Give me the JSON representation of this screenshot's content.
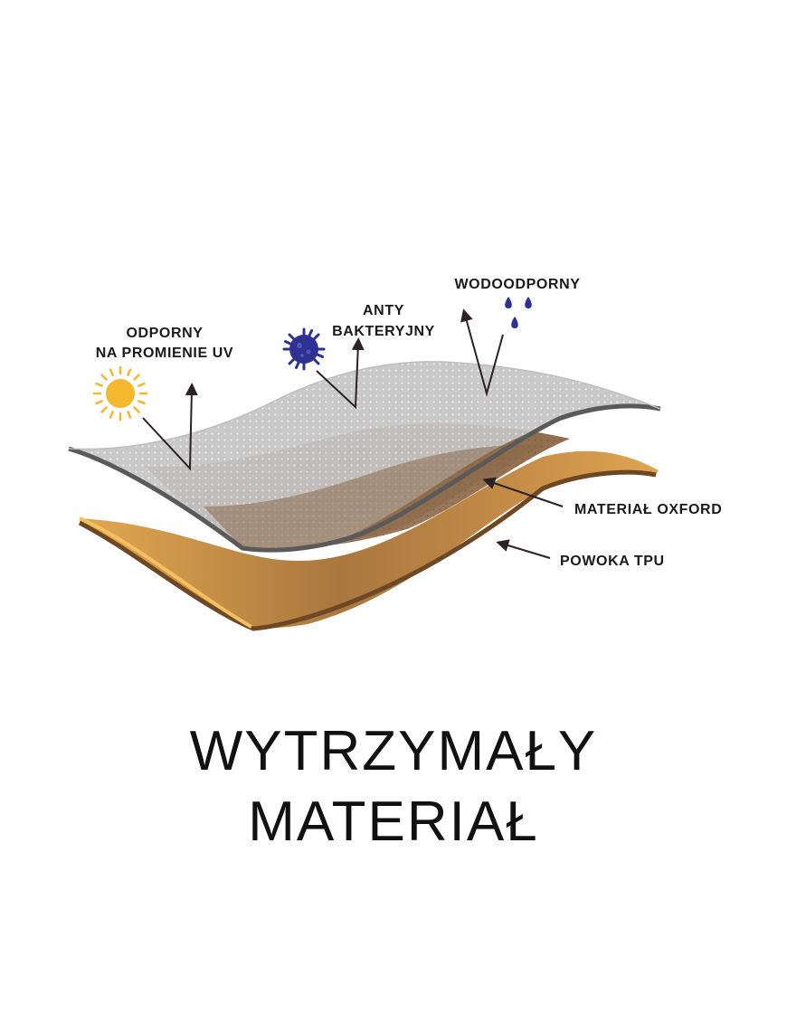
{
  "labels": {
    "uv_line1": "ODPORNY",
    "uv_line2": "NA PROMIENIE UV",
    "antibacterial_line1": "ANTY",
    "antibacterial_line2": "BAKTERYJNY",
    "waterproof": "WODOODPORNY",
    "oxford": "MATERIAŁ OXFORD",
    "tpu": "POWOKA TPU"
  },
  "headline": {
    "line1": "WYTRZYMAŁY",
    "line2": "MATERIAŁ"
  },
  "icons": [
    "sun-icon",
    "bacteria-icon",
    "water-drops-icon"
  ],
  "colors": {
    "sun": "#f5b72e",
    "bacteria": "#2e3192",
    "drops": "#2e3192",
    "top_layer": "#c2c2c2",
    "top_layer_edge": "#5a5a5a",
    "oxford_layer": "#a0805e",
    "tpu_layer": "#d3913c",
    "tpu_edge": "#6e4824",
    "arrows": "#2b2226"
  }
}
